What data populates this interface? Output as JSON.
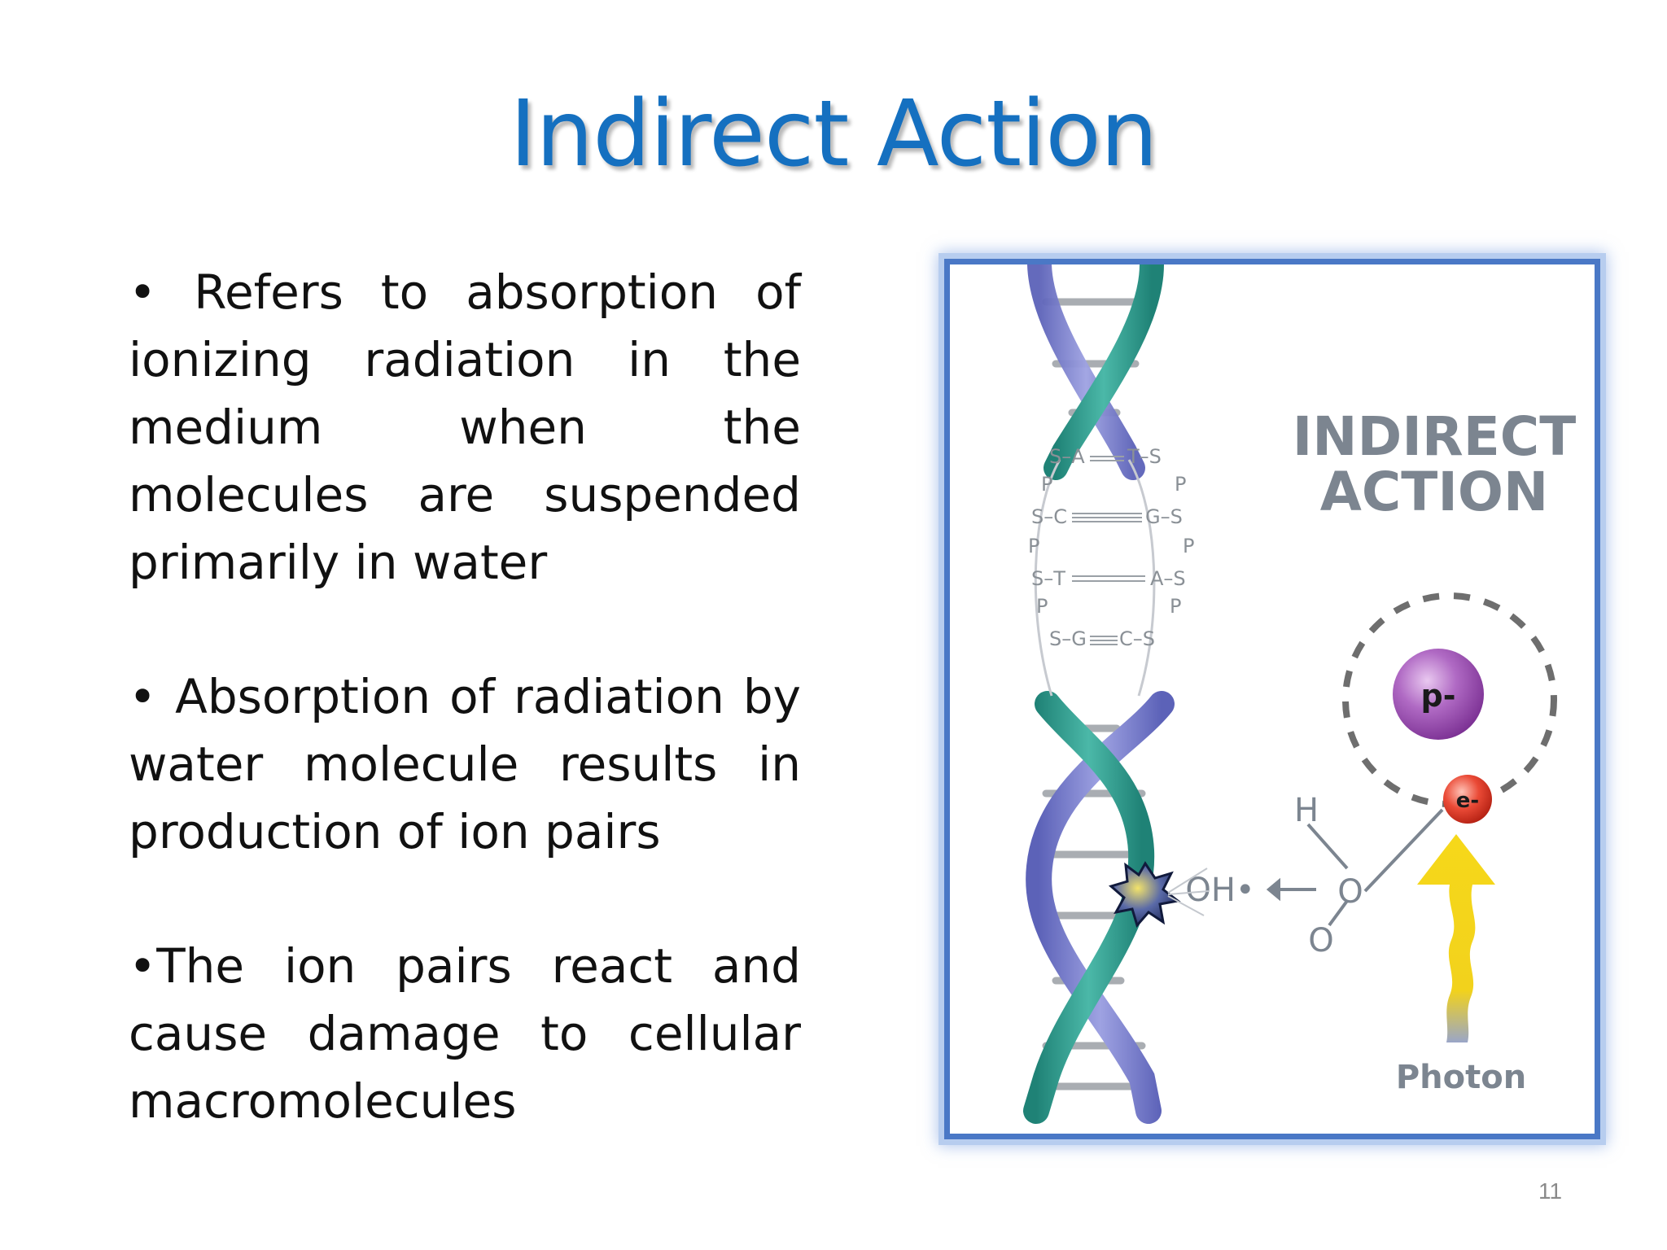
{
  "slide": {
    "title": "Indirect Action",
    "bullets": [
      "• Refers to absorption of ionizing radiation in the medium when the molecules are suspended primarily in water",
      "• Absorption of radiation by water molecule results in production of ion pairs",
      "•The ion pairs react and cause damage to cellular macromolecules"
    ],
    "page_number": "11"
  },
  "figure": {
    "heading_line1": "INDIRECT",
    "heading_line2": "ACTION",
    "base_pairs": [
      {
        "left": "S–A",
        "right": "T–S"
      },
      {
        "left": "S–C",
        "right": "G–S"
      },
      {
        "left": "S–T",
        "right": "A–S"
      },
      {
        "left": "S–G",
        "right": "C–S"
      }
    ],
    "phosphate_label": "P",
    "proton_label": "p-",
    "electron_label": "e-",
    "hydroxyl_label": "OH•",
    "oxygen_label": "O",
    "hydrogen_label": "H",
    "photon_label": "Photon",
    "colors": {
      "strand_teal": "#2a9a8c",
      "strand_purple": "#7a7fd0",
      "proton": "#9a4fb0",
      "electron": "#e03a2a",
      "photon": "#f2d21c",
      "heading": "#7c8590",
      "frame": "#4a78c6"
    }
  }
}
